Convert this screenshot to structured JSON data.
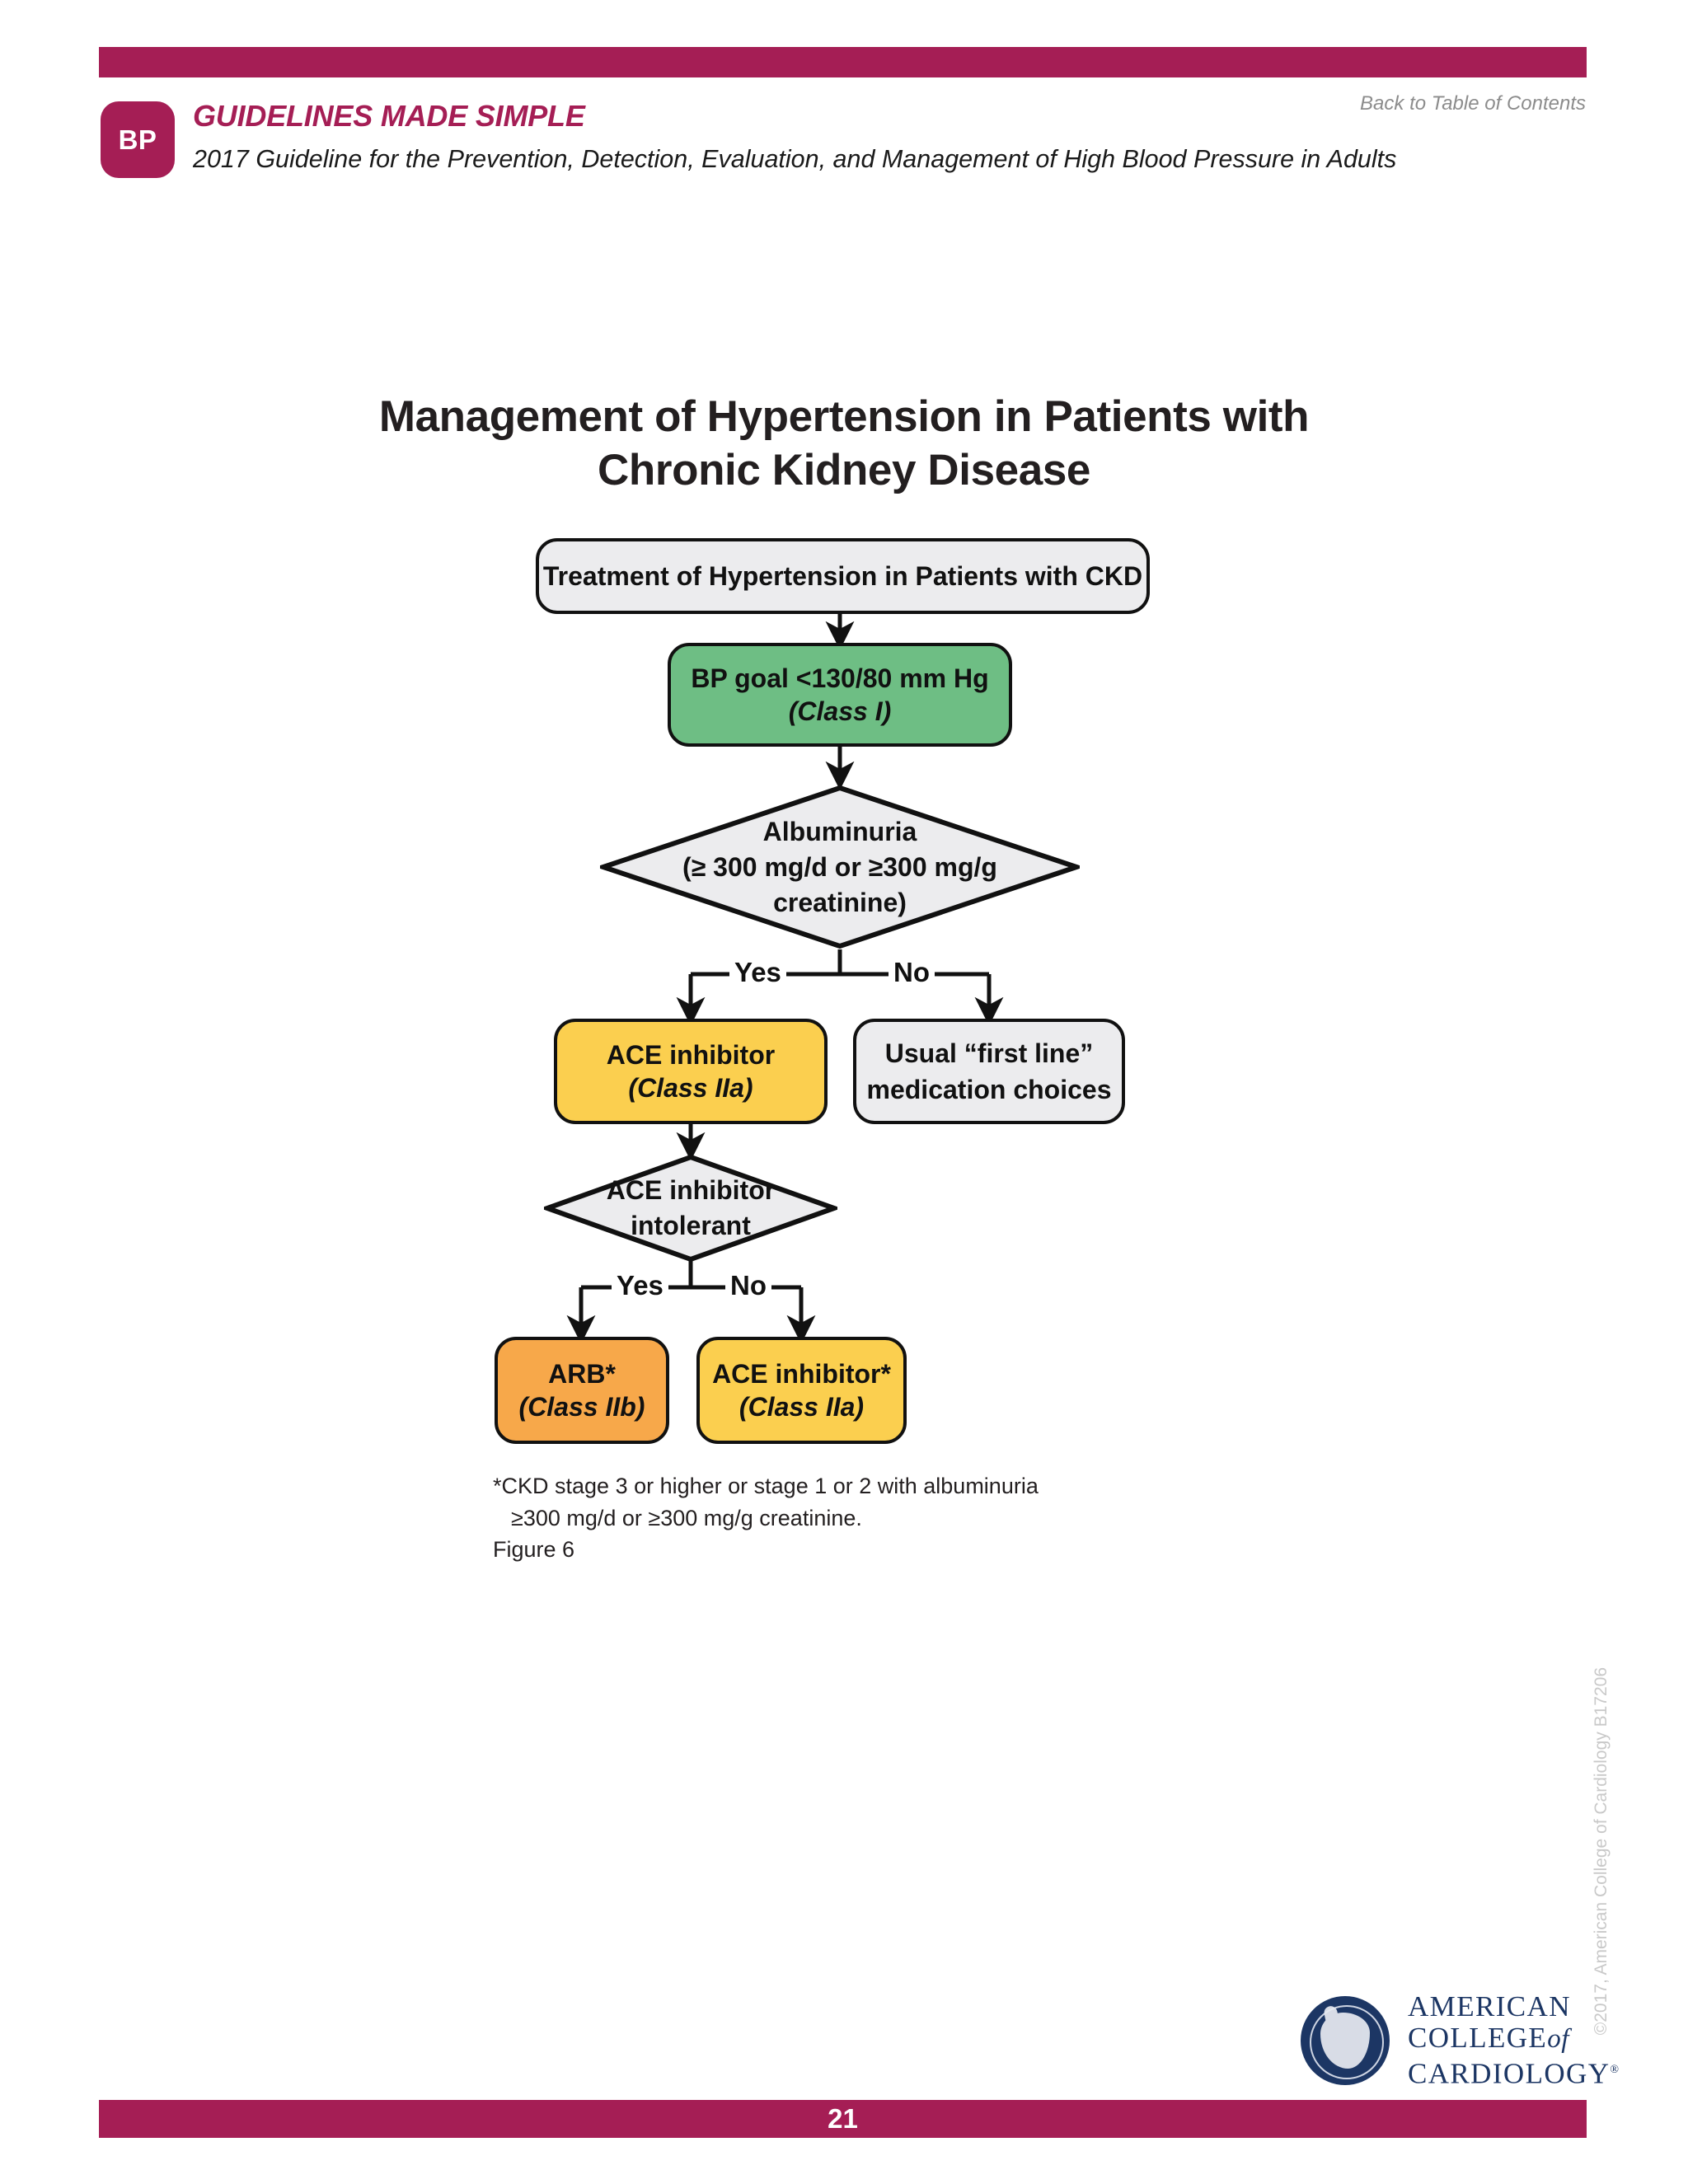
{
  "header": {
    "badge": "BP",
    "brand": "GUIDELINES MADE SIMPLE",
    "subtitle": "2017 Guideline for the Prevention, Detection, Evaluation, and Management of High Blood Pressure in Adults",
    "toc_link": "Back to Table of Contents",
    "accent_color": "#A51E55"
  },
  "figure": {
    "title_line1": "Management of Hypertension in Patients with",
    "title_line2": "Chronic Kidney Disease",
    "label": "Figure 6",
    "footnote_line1": "*CKD stage 3 or higher or stage 1 or 2 with albuminuria",
    "footnote_line2": "≥300 mg/d or ≥300 mg/g creatinine."
  },
  "flowchart": {
    "type": "decision-tree",
    "nodes": [
      {
        "id": "start",
        "shape": "rounded-rect",
        "fill": "#ECECEE",
        "text": "Treatment of Hypertension in Patients with CKD"
      },
      {
        "id": "bp-goal",
        "shape": "rounded-rect",
        "fill": "#6EBE84",
        "text": "BP goal <130/80 mm Hg",
        "class_text": "(Class I)"
      },
      {
        "id": "albuminuria",
        "shape": "diamond",
        "fill": "#ECECEE",
        "line1": "Albuminuria",
        "line2": "(≥ 300 mg/d or ≥300 mg/g",
        "line3": "creatinine)"
      },
      {
        "id": "ace-inhibitor",
        "shape": "rounded-rect",
        "fill": "#FBCF4F",
        "text": "ACE inhibitor",
        "class_text": "(Class IIa)"
      },
      {
        "id": "usual-first-line",
        "shape": "rounded-rect",
        "fill": "#ECECEE",
        "line1": "Usual “first line”",
        "line2": "medication choices"
      },
      {
        "id": "ace-intolerant",
        "shape": "diamond",
        "fill": "#ECECEE",
        "line1": "ACE inhibitor",
        "line2": "intolerant"
      },
      {
        "id": "arb",
        "shape": "rounded-rect",
        "fill": "#F7A84A",
        "text": "ARB*",
        "class_text": "(Class IIb)"
      },
      {
        "id": "ace-inhibitor-star",
        "shape": "rounded-rect",
        "fill": "#FBCF4F",
        "text": "ACE inhibitor*",
        "class_text": "(Class IIa)"
      }
    ],
    "branch_labels": {
      "yes": "Yes",
      "no": "No"
    }
  },
  "logo": {
    "line1": "AMERICAN",
    "line2": "COLLEGE",
    "of": "of",
    "line3": "CARDIOLOGY",
    "registered": "®",
    "color": "#1C3664"
  },
  "copyright_vertical": "©2017, American College of Cardiology B17206",
  "footer": {
    "page_number": "21"
  }
}
